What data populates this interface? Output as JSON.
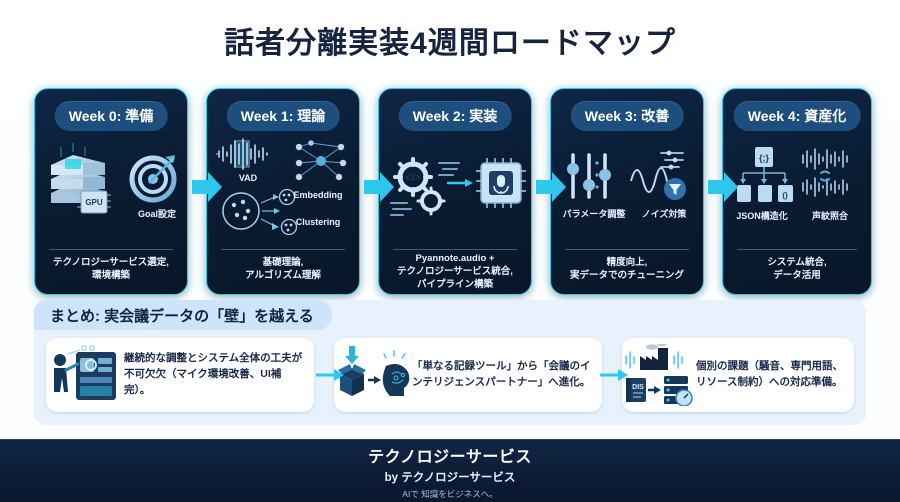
{
  "title": "話者分離実装4週間ロードマップ",
  "weeks": [
    {
      "badge": "Week 0: 準備",
      "icons": [
        {
          "name": "gpu-server-icon",
          "label": "GPU"
        },
        {
          "name": "target-goal-icon",
          "label": "Goal設定"
        }
      ],
      "caption": "テクノロジーサービス選定,\n環境構築"
    },
    {
      "badge": "Week 1: 理論",
      "icons": [
        {
          "name": "waveform-vad-icon",
          "label": "VAD"
        },
        {
          "name": "neural-network-embedding-icon",
          "label": "Embedding"
        },
        {
          "name": "clustering-icon",
          "label": "Clustering"
        }
      ],
      "caption": "基礎理論,\nアルゴリズム理解"
    },
    {
      "badge": "Week 2: 実装",
      "icons": [
        {
          "name": "gears-code-icon",
          "label": ""
        },
        {
          "name": "microphone-chip-icon",
          "label": ""
        }
      ],
      "caption": "Pyannote.audio +\nテクノロジーサービス統合,\nパイプライン構築"
    },
    {
      "badge": "Week 3: 改善",
      "icons": [
        {
          "name": "sliders-icon",
          "label": "パラメータ調整"
        },
        {
          "name": "noise-filter-wave-icon",
          "label": "ノイズ対策"
        }
      ],
      "caption": "精度向上,\n実データでのチューニング"
    },
    {
      "badge": "Week 4: 資産化",
      "icons": [
        {
          "name": "json-tree-icon",
          "label": "JSON構造化"
        },
        {
          "name": "voiceprint-match-icon",
          "label": "声紋照合"
        }
      ],
      "caption": "システム統合,\nデータ活用"
    }
  ],
  "summary": {
    "heading": "まとめ: 実会議データの「壁」を越える",
    "cards": [
      {
        "icon": "engineer-console-icon",
        "text": "継続的な調整とシステム全体の工夫が不可欠欠（マイク環境改善、UI補完）。"
      },
      {
        "icon": "box-to-brain-icon",
        "text": "「単なる記録ツール」から「会議のインテリジェンスパートナー」へ進化。"
      },
      {
        "icon": "factory-dictionary-server-icon",
        "text": "個別の課題（騒音、専門用語、リソース制約）への対応準備。"
      }
    ]
  },
  "footer": {
    "brand": "テクノロジーサービス",
    "by": "by テクノロジーサービス",
    "tagline": "AIで 知識をビジネスへ。"
  },
  "colors": {
    "title": "#16243f",
    "card_bg": "#0a1c33",
    "card_border": "#2ec8ef",
    "pill": "#1d4e7d",
    "accent_cyan": "#2ec8ef",
    "summary_band": "#e8f2fd",
    "summary_head": "#cde4fa",
    "footer_bg": "#0c1c36"
  }
}
